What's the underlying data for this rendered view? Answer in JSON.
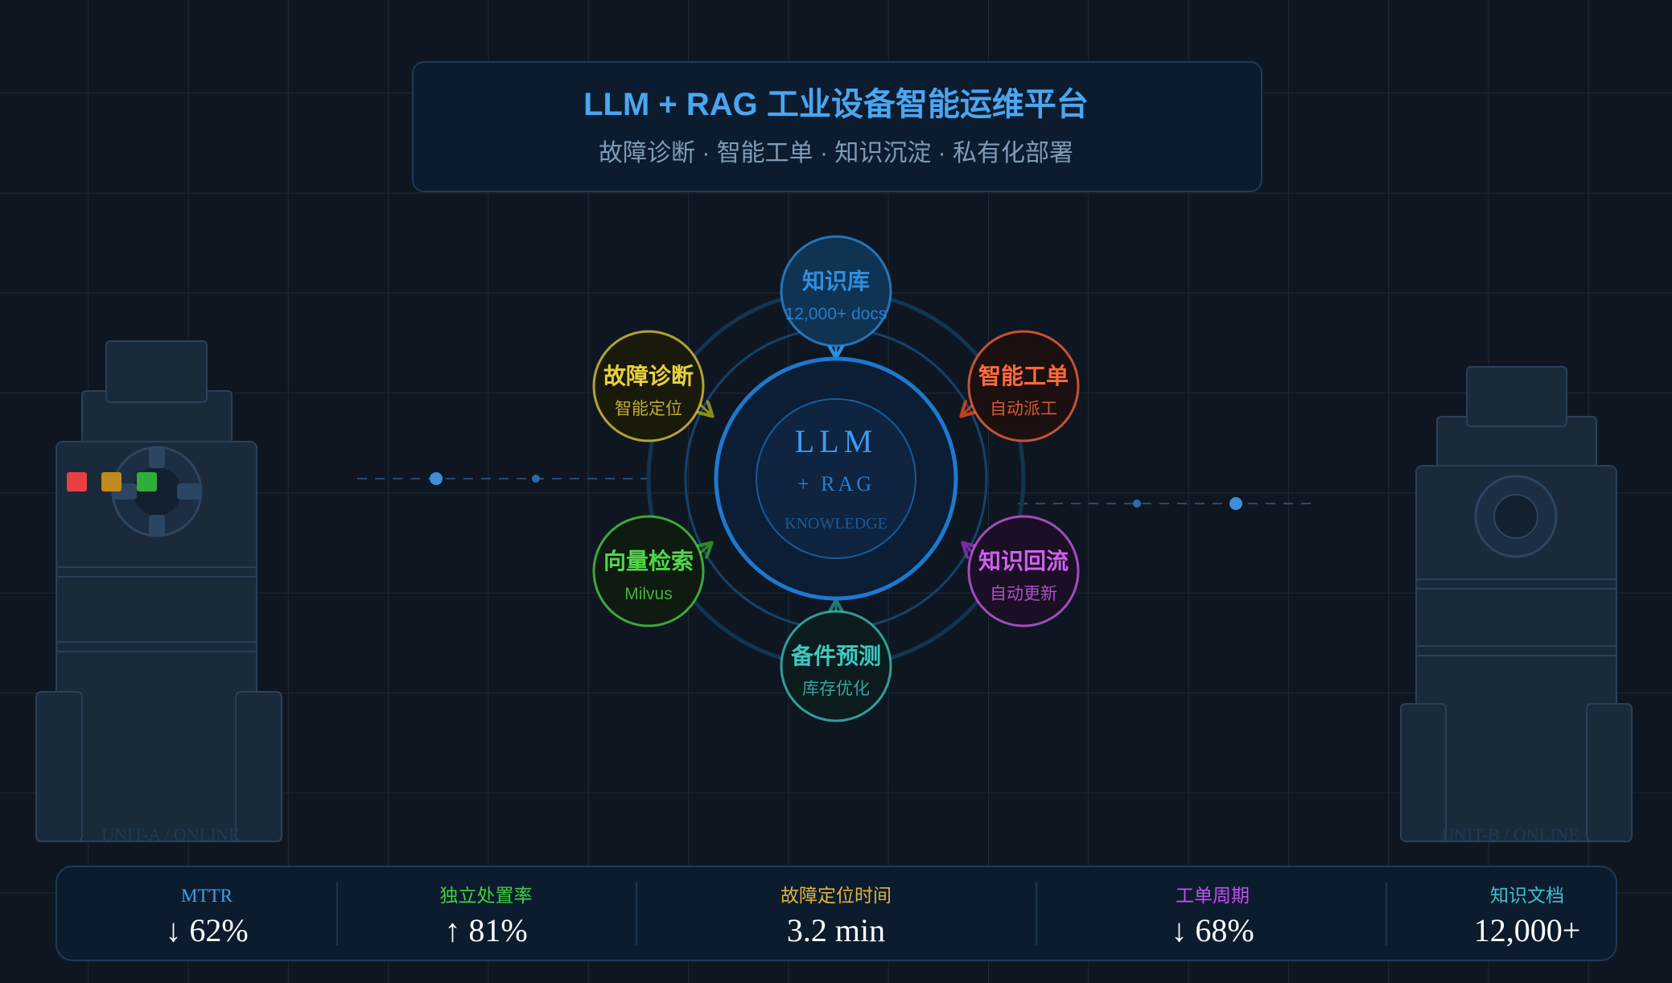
{
  "header": {
    "title": "LLM + RAG 工业设备智能运维平台",
    "subtitle": "故障诊断 · 智能工单 · 知识沉淀 · 私有化部署"
  },
  "core": {
    "line1": "LLM",
    "line2": "+ RAG",
    "line3": "KNOWLEDGE"
  },
  "nodes": [
    {
      "title": "知识库",
      "subtitle": "12,000+ docs",
      "color": "#2f8fe0",
      "fill": "#0f3352"
    },
    {
      "title": "智能工单",
      "subtitle": "自动派工",
      "color": "#ff6a3d",
      "fill": "#1c1010"
    },
    {
      "title": "知识回流",
      "subtitle": "自动更新",
      "color": "#d060f0",
      "fill": "#1a0f24"
    },
    {
      "title": "备件预测",
      "subtitle": "库存优化",
      "color": "#3cc9c0",
      "fill": "#0c1c1e"
    },
    {
      "title": "向量检索",
      "subtitle": "Milvus",
      "color": "#4fd84a",
      "fill": "#0f1a10"
    },
    {
      "title": "故障诊断",
      "subtitle": "智能定位",
      "color": "#e8d040",
      "fill": "#1a1a0c"
    }
  ],
  "machines": {
    "left_label": "UNIT-A / ONLINE",
    "right_label": "UNIT-B / ONLINE",
    "status_colors": [
      "#e84040",
      "#c08a1c",
      "#2fae3c"
    ]
  },
  "metrics": [
    {
      "label": "MTTR",
      "value": "↓ 62%",
      "color": "#3fa0f0"
    },
    {
      "label": "独立处置率",
      "value": "↑ 81%",
      "color": "#3fcf3f"
    },
    {
      "label": "故障定位时间",
      "value": "3.2 min",
      "color": "#e0b040"
    },
    {
      "label": "工单周期",
      "value": "↓ 68%",
      "color": "#c050f0"
    },
    {
      "label": "知识文档",
      "value": "12,000+",
      "color": "#3cc0d0"
    }
  ]
}
